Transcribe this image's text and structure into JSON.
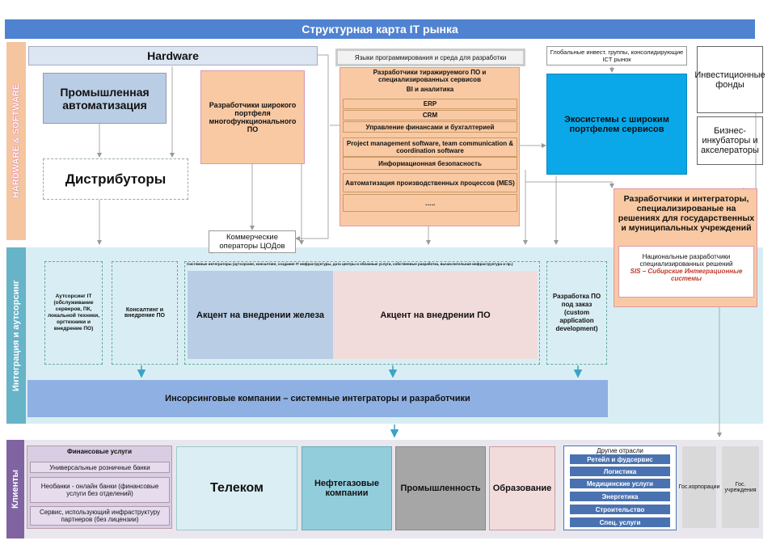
{
  "title": "Структурная карта IT рынка",
  "hw": {
    "band_label": "HARDWARE & SOFTWARE",
    "hardware": "Hardware",
    "prom_auto": "Промышленная автоматизация",
    "distributors": "Дистрибуторы",
    "wide_dev": "Разработчики широкого портфеля многофункционального ПО",
    "langs": "Языки программирования и среда для разработки",
    "replicable_title": "Разработчики тиражируемого ПО и специализированных сервисов",
    "replicable_items": [
      "BI и аналитика",
      "ERP",
      "CRM",
      "Управление финансами и бухгалтерией",
      "Project management software, team communication & coordination software",
      "Информационная безопасность",
      "Автоматизация производственных процессов (MES)",
      "….."
    ],
    "global_inv": "Глобальные инвест. группы, консолидирующие ICT рынок",
    "ecosystems": "Экосистемы с широким портфелем сервисов",
    "inv_funds": "Инвестиционные фонды",
    "biz_incub": "Бизнес-инкубаторы и акселераторы",
    "gov_devs": "Разработчики и интеграторы, специализированые на решениях для государственных и муниципальных учреждений",
    "national_devs": "Национальные разработчики специализированных решений",
    "sis": "SIS – Сибирские Интеграционные системы",
    "commercial_ops": "Коммерческие операторы ЦОДов"
  },
  "integration": {
    "band_label": "Интеграция и аутсорсинг",
    "outsourcing": "Аутсорсинг IT (обслуживание серверов, ПК, локальной техники, оргтехники и внедрение ПО)",
    "consulting": "Консалтинг и внедрение ПО",
    "sys_integrators_note": "Системные интеграторы (аутсорсинг, консалтинг, создание IT инфраструктуры, дата центры и облачные услуги, собственные разработка, вычислительная инфраструктура и пр.)",
    "accent_hw": "Акцент на внедрении железа",
    "accent_sw": "Акцент на внедрении ПО",
    "custom_dev": "Разработка ПО под заказ (custom application development)",
    "insourcing": "Инсорсинговые компании – системные интеграторы и разработчики"
  },
  "clients": {
    "band_label": "Клиенты",
    "fin_title": "Финансовые услуги",
    "fin_items": [
      "Универсальные розничные банки",
      "Необанки - онлайн банки (финансовые услуги без отделений)",
      "Сервис, использующий инфраструктуру партнеров (без лицензии)"
    ],
    "telecom": "Телеком",
    "oilgas": "Нефтегазовые компании",
    "industry": "Промышленность",
    "education": "Образование",
    "other_title": "Другие отрасли",
    "other_items": [
      "Ретейл и фудсервис",
      "Логистика",
      "Медицинские услуги",
      "Энергетика",
      "Строительство",
      "Спец. услуги"
    ],
    "gov_corp": "Гос.корпорации",
    "gov_inst": "Гос. учреждения"
  },
  "colors": {
    "header": "#4f82d1",
    "hw_band": "#f5c59f",
    "int_band": "#d9eef4",
    "cl_band": "#e7e4ec",
    "orange": "#f8c9a3",
    "blue_box": "#0aa8e8",
    "insourcing": "#8eb0e2"
  }
}
